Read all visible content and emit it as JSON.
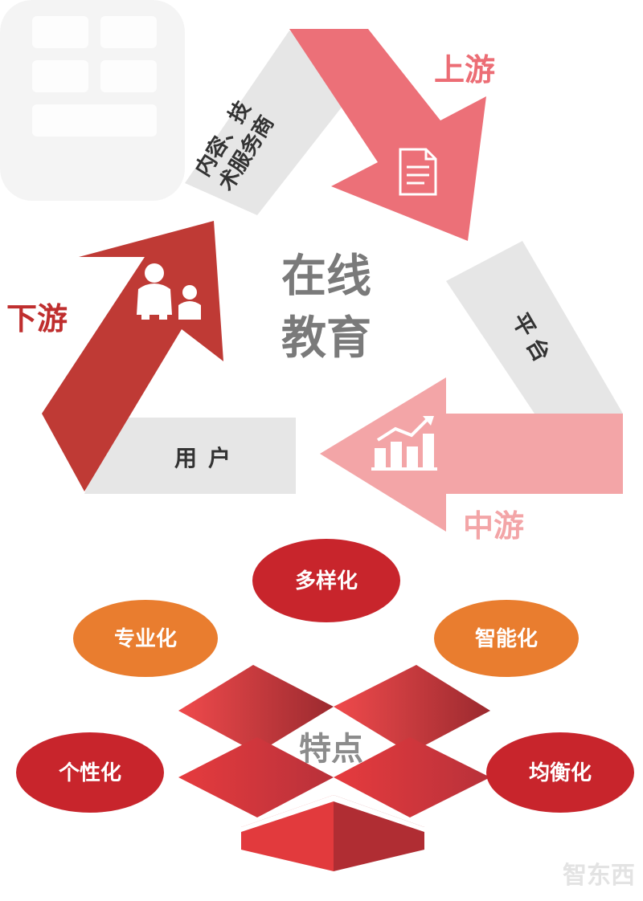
{
  "cycle": {
    "center_label_line1": "在线",
    "center_label_line2": "教育",
    "upstream": {
      "stage": "上游",
      "role_line1": "内容、技",
      "role_line2": "术服务商",
      "icon": "document-icon"
    },
    "midstream": {
      "stage": "中游",
      "role": "平台",
      "icon": "growth-chart-icon"
    },
    "downstream": {
      "stage": "下游",
      "role": "用户",
      "icon": "family-icon"
    }
  },
  "features": {
    "center_label": "特点",
    "items": [
      {
        "label": "多样化",
        "color": "#c8252c"
      },
      {
        "label": "专业化",
        "color": "#e97d2f"
      },
      {
        "label": "智能化",
        "color": "#e97d2f"
      },
      {
        "label": "个性化",
        "color": "#c8252c"
      },
      {
        "label": "均衡化",
        "color": "#c8252c"
      }
    ]
  },
  "colors": {
    "upstream_arrow": "#ec7078",
    "midstream_arrow": "#f3a5a7",
    "downstream_arrow": "#bf3a35",
    "gray_band": "#e6e6e6",
    "center_text": "#7a7a7a",
    "box_red": "#e8383d",
    "box_dark": "#9b2a2f"
  },
  "watermark": {
    "text": "智东西"
  }
}
